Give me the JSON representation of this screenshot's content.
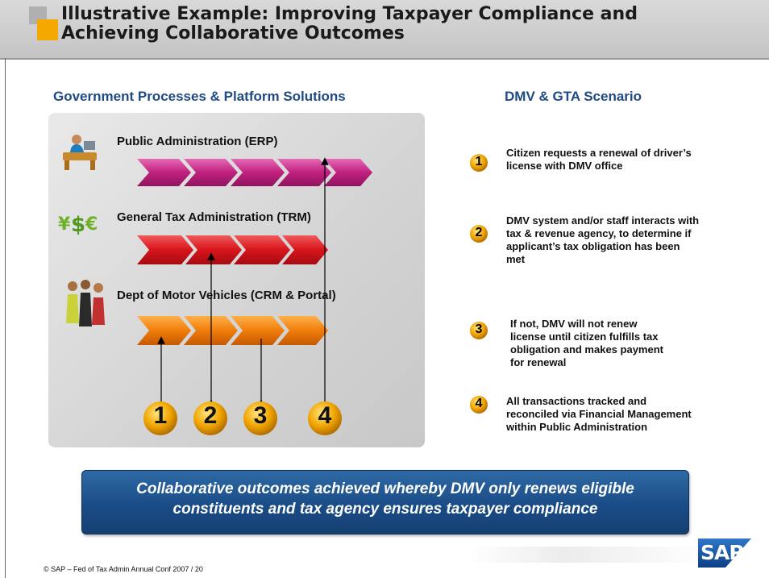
{
  "header": {
    "title_line1": "Illustrative Example: Improving Taxpayer Compliance and",
    "title_line2": "Achieving Collaborative Outcomes"
  },
  "left_section": {
    "heading": "Government Processes & Platform Solutions",
    "rows": [
      {
        "label": "Public Administration (ERP)",
        "color": "#c0207e",
        "icon": "person-at-desk-icon"
      },
      {
        "label": "General Tax Administration (TRM)",
        "color": "#d8141c",
        "icon": "currency-symbols-icon"
      },
      {
        "label": "Dept of Motor Vehicles (CRM & Portal)",
        "color": "#f07d0a",
        "icon": "people-group-icon"
      }
    ],
    "numbers": [
      "1",
      "2",
      "3",
      "4"
    ]
  },
  "right_section": {
    "heading": "DMV & GTA Scenario",
    "steps": [
      {
        "num": "1",
        "lines": [
          "Citizen requests a renewal of driver’s",
          "license with DMV office"
        ]
      },
      {
        "num": "2",
        "lines": [
          "DMV system and/or staff interacts with",
          "tax & revenue agency, to determine if",
          "applicant’s tax obligation has been",
          "met"
        ]
      },
      {
        "num": "3",
        "lines": [
          "If not, DMV will not renew",
          "license until citizen fulfills tax",
          "obligation and makes payment",
          "for renewal"
        ]
      },
      {
        "num": "4",
        "lines": [
          "All transactions tracked and",
          "reconciled via Financial Management",
          "within Public Administration"
        ]
      }
    ]
  },
  "callout": {
    "line1": "Collaborative outcomes achieved whereby DMV only renews eligible",
    "line2": "constituents and tax agency ensures taxpayer compliance"
  },
  "footer": {
    "text": "©  SAP – Fed of Tax Admin Annual Conf 2007 / 20",
    "logo": "SAP"
  },
  "colors": {
    "heading_blue": "#1f4a82",
    "medal_gold": "#f0a500",
    "callout_blue": "#1a4c86"
  }
}
